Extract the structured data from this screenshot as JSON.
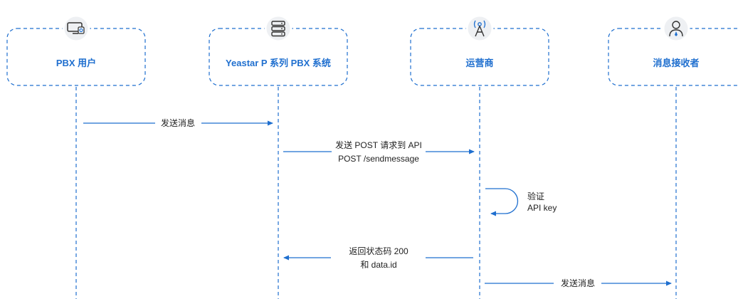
{
  "colors": {
    "accent": "#1f6fcf",
    "icon_bg": "#eef0f3",
    "icon_stroke": "#333333",
    "text": "#222222"
  },
  "actors": [
    {
      "name": "PBX 用户",
      "icon": "phone-computer-icon"
    },
    {
      "name": "Yeastar P 系列 PBX 系统",
      "icon": "server-icon"
    },
    {
      "name": "运营商",
      "icon": "cell-tower-icon"
    },
    {
      "name": "消息接收者",
      "icon": "person-icon"
    }
  ],
  "messages": [
    {
      "from": 0,
      "to": 1,
      "lines": [
        "发送消息"
      ]
    },
    {
      "from": 1,
      "to": 2,
      "lines": [
        "发送 POST 请求到 API",
        "POST /sendmessage"
      ]
    },
    {
      "from": 2,
      "to": 2,
      "lines": [
        "验证",
        "API key"
      ],
      "self": true
    },
    {
      "from": 2,
      "to": 1,
      "lines": [
        "返回状态码 200",
        "和 data.id"
      ]
    },
    {
      "from": 2,
      "to": 3,
      "lines": [
        "发送消息"
      ]
    }
  ]
}
